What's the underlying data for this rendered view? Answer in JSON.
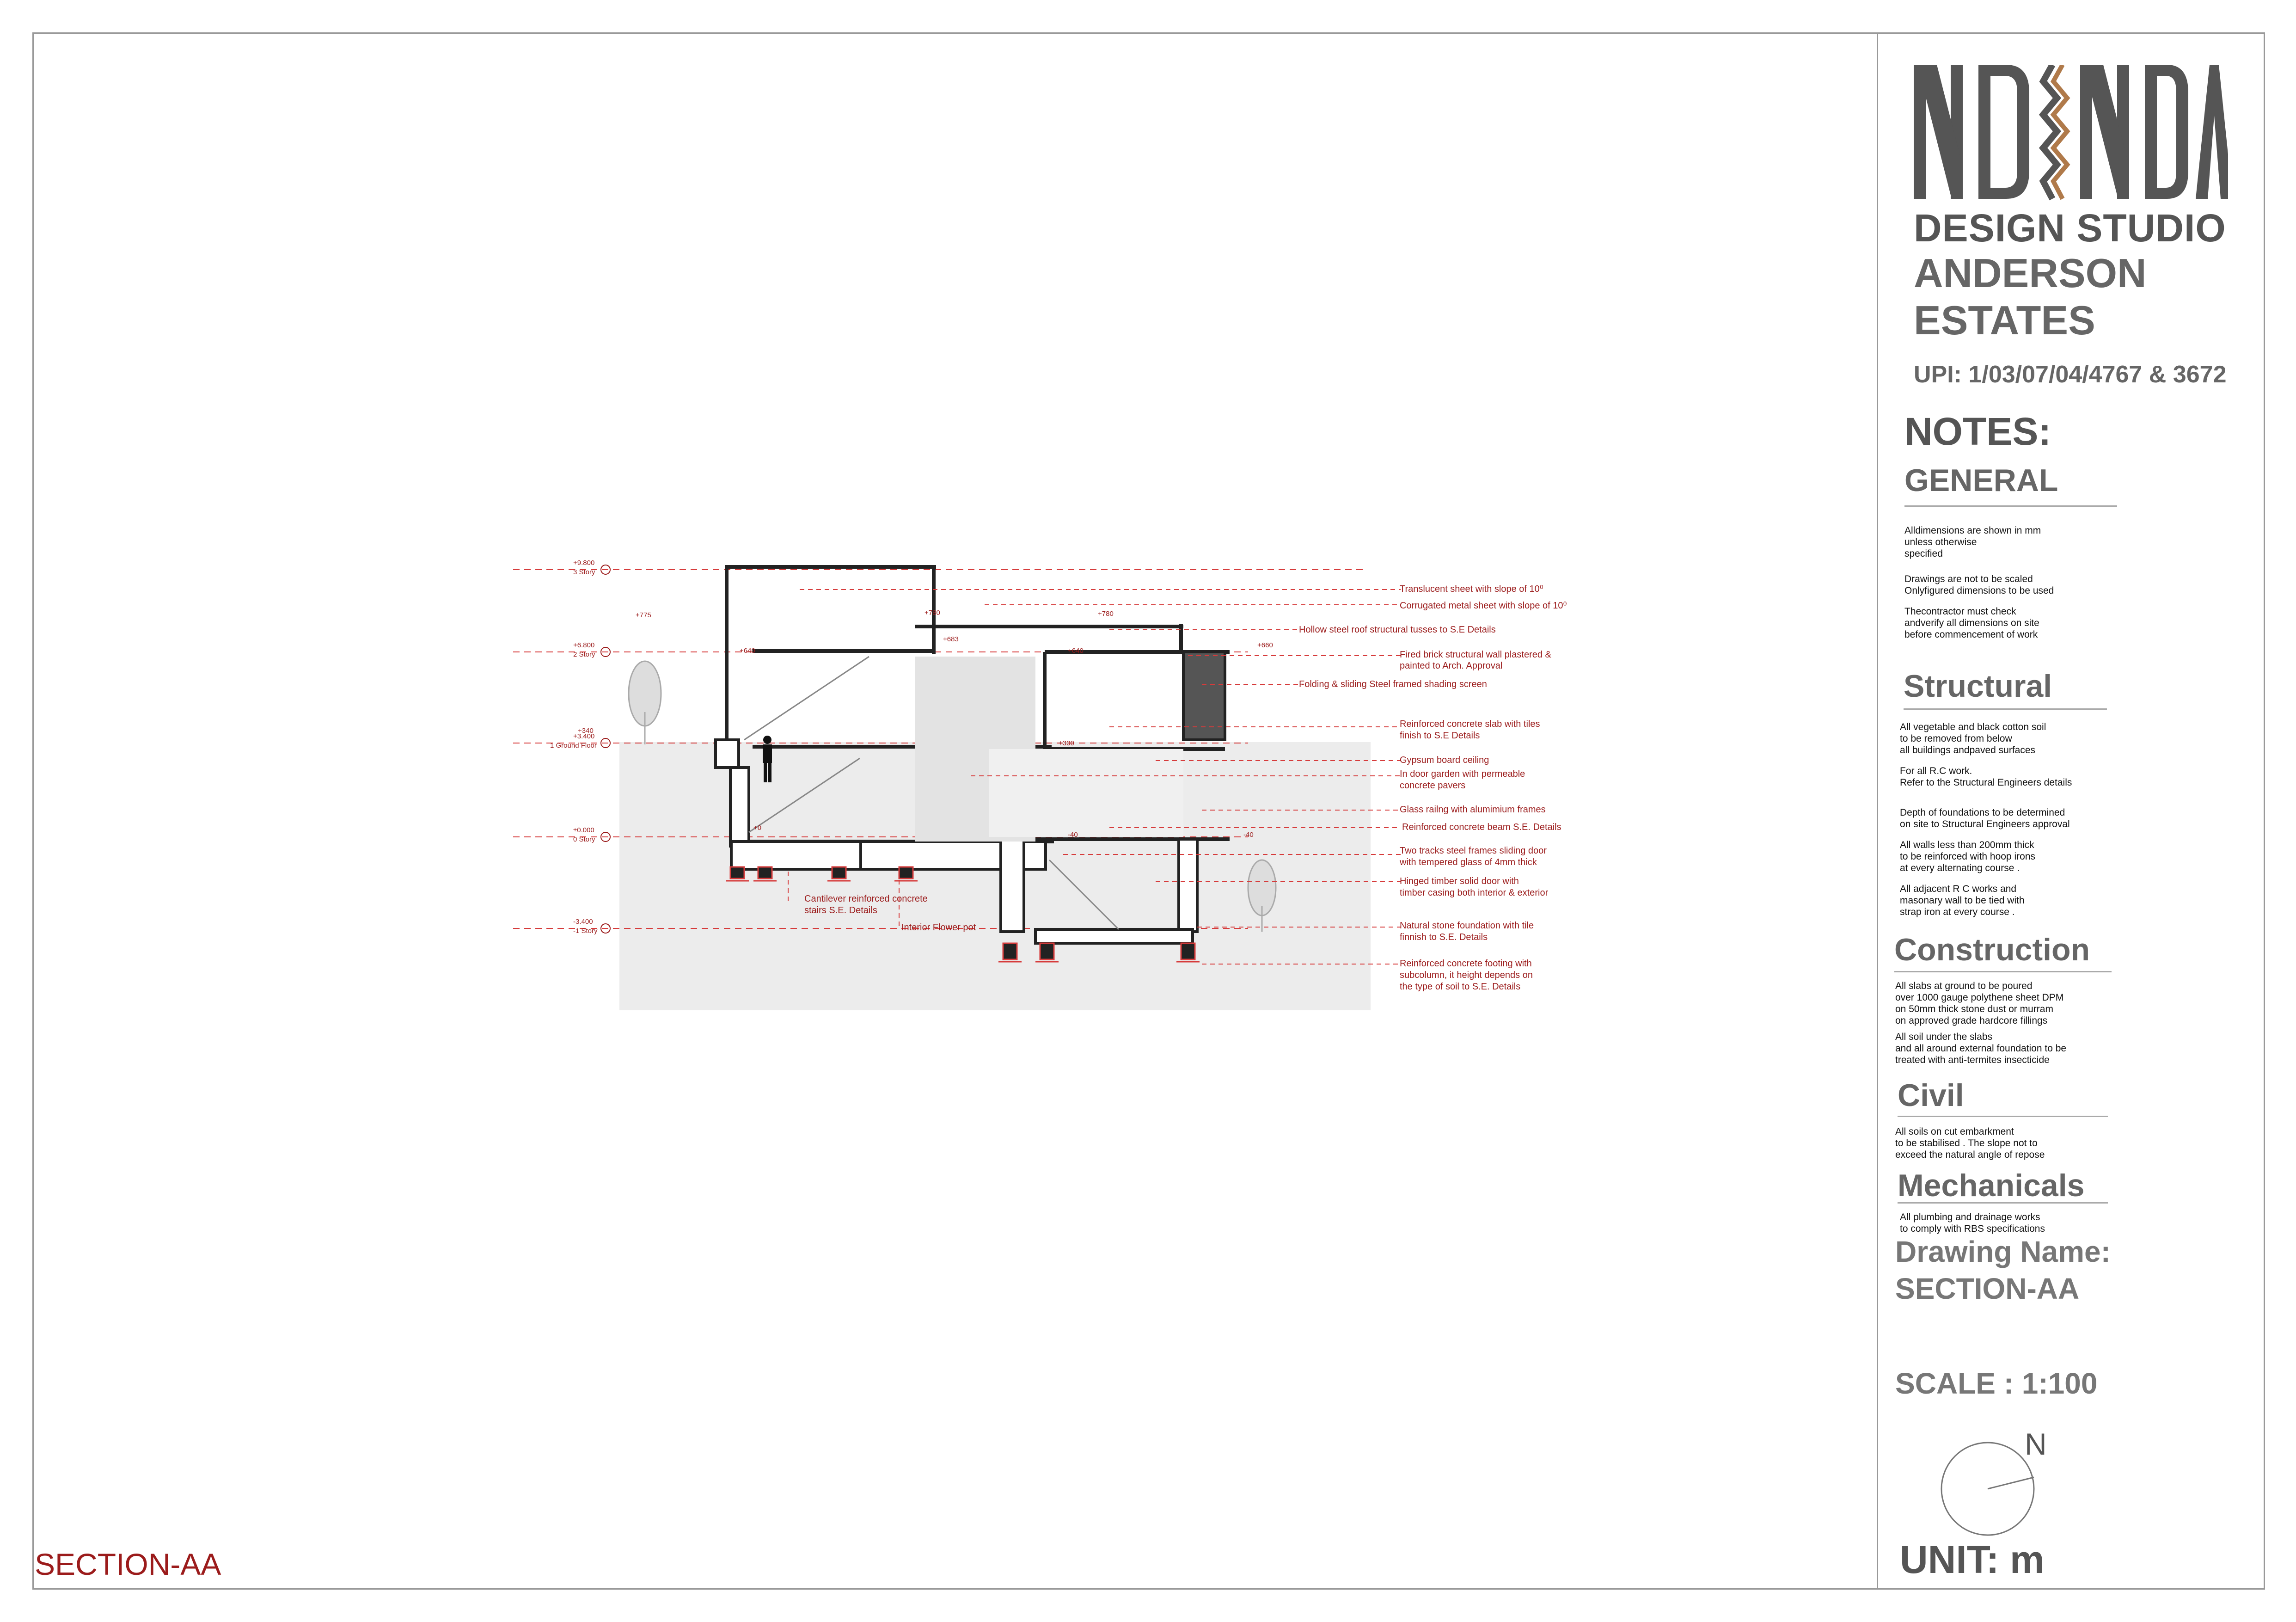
{
  "sheet_label": "SECTION-AA",
  "title_block": {
    "logo_text": "NDINDA",
    "studio": "DESIGN STUDIO",
    "project_line1": "ANDERSON",
    "project_line2": "ESTATES",
    "upi": "UPI: 1/03/07/04/4767 & 3672",
    "notes_heading": "NOTES:",
    "sections": [
      {
        "heading": "GENERAL",
        "notes": [
          "Alldimensions are shown in mm\nunless otherwise\nspecified",
          "Drawings are not to be scaled\nOnlyfigured dimensions to be used",
          "Thecontractor must check\nandverify all dimensions on site\nbefore commencement of work"
        ]
      },
      {
        "heading": "Structural",
        "notes": [
          "All vegetable and black cotton soil\nto be removed from below\nall buildings andpaved surfaces",
          "For all R.C work.\nRefer to the Structural Engineers details",
          "Depth of foundations to be determined\non site to Structural Engineers approval",
          "All walls less than 200mm thick\nto be reinforced with hoop irons\nat every alternating course .",
          "All adjacent R C works and\nmasonary wall to be tied with\nstrap iron at every course ."
        ]
      },
      {
        "heading": "Construction",
        "notes": [
          "All slabs at ground to be poured\nover 1000 gauge polythene sheet DPM\non 50mm thick stone dust or murram\non approved grade hardcore fillings",
          "All soil under the slabs\nand all around external foundation to be\ntreated with anti-termites insecticide"
        ]
      },
      {
        "heading": "Civil",
        "notes": [
          "All soils on cut embarkment\nto be stabilised . The slope not to\nexceed the natural angle of repose"
        ]
      },
      {
        "heading": "Mechanicals",
        "notes": [
          "All plumbing and drainage works\nto comply with RBS specifications"
        ]
      }
    ],
    "drawing_name_label": "Drawing Name:",
    "drawing_name": "SECTION-AA",
    "scale": "SCALE : 1:100",
    "north": "N",
    "unit": "UNIT: m"
  },
  "diagram": {
    "levels": [
      {
        "value": "+9.800",
        "name": "3 Story"
      },
      {
        "value": "+6.800",
        "name": "2 Story"
      },
      {
        "value": "+3.400",
        "name": "1 Ground Floor"
      },
      {
        "value": "±0.000",
        "name": "0 Story"
      },
      {
        "value": "-3.400",
        "name": "-1 Story"
      }
    ],
    "spot_levels": [
      "+775",
      "+640",
      "+780",
      "+683",
      "+780",
      "+640",
      "+660",
      "+340",
      "+300",
      "+0",
      "-40",
      "-40"
    ],
    "callouts_right": [
      "Translucent sheet with slope of 10⁰",
      "Corrugated metal sheet with slope of 10⁰",
      "Hollow steel roof structural tusses to S.E Details",
      "Fired brick structural wall plastered &",
      "painted to Arch. Approval",
      "Folding & sliding Steel framed shading screen",
      "Reinforced concrete slab with tiles",
      "finish to S.E Details",
      "Gypsum board ceiling",
      "In door garden with permeable",
      "concrete pavers",
      "Glass railng with alumimium frames",
      "Reinforced concrete beam S.E. Details",
      "Two tracks steel frames sliding door",
      "with tempered glass of 4mm thick",
      "Hinged timber solid door with",
      "timber casing both interior & exterior",
      "Natural stone foundation with tile",
      "finnish to S.E. Details",
      "Reinforced concrete footing with",
      "subcolumn, it height depends on",
      "the type of soil to S.E. Details"
    ],
    "callouts_left": [
      "Cantilever reinforced concrete",
      "stairs S.E. Details",
      "Interior Flower pot"
    ]
  }
}
